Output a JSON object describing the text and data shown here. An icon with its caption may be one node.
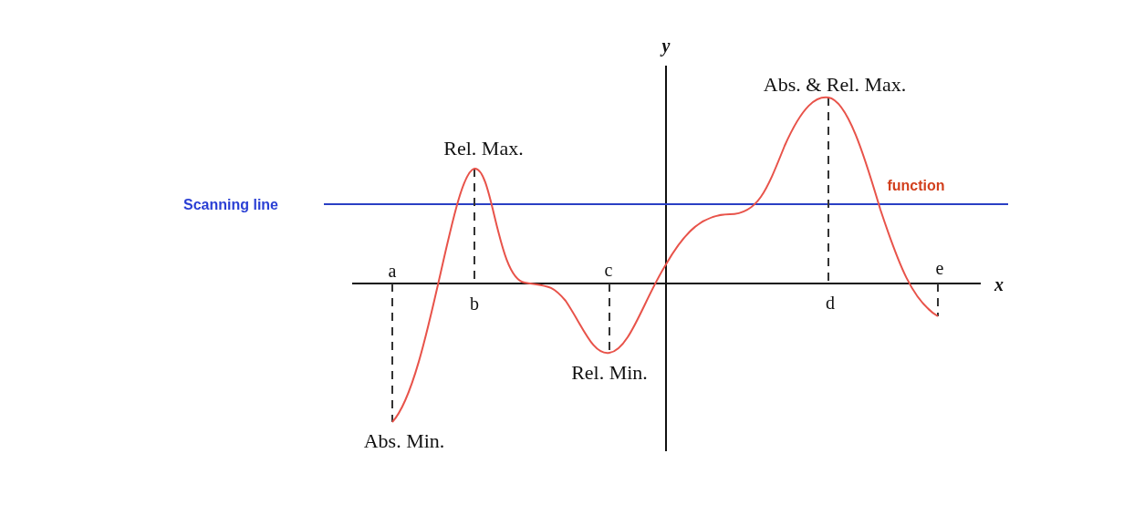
{
  "diagram": {
    "labels": [
      "y",
      "Abs. & Rel. Max.",
      "Rel. Max.",
      "function",
      "Scanning line",
      "a",
      "c",
      "e",
      "x",
      "b",
      "d",
      "Rel. Min.",
      "Abs. Min."
    ]
  }
}
